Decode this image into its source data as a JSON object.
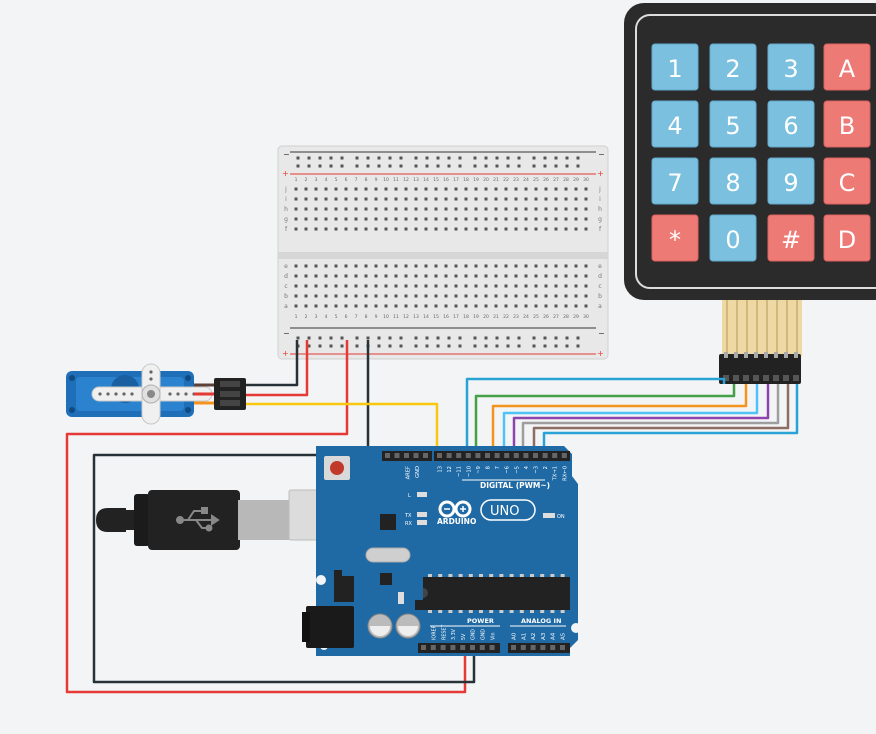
{
  "keypad": {
    "keys": [
      [
        "1",
        "2",
        "3",
        "A"
      ],
      [
        "4",
        "5",
        "6",
        "B"
      ],
      [
        "7",
        "8",
        "9",
        "C"
      ],
      [
        "*",
        "0",
        "#",
        "D"
      ]
    ]
  },
  "breadboard": {
    "column_numbers": [
      "1",
      "2",
      "3",
      "4",
      "5",
      "6",
      "7",
      "8",
      "9",
      "10",
      "11",
      "12",
      "13",
      "14",
      "15",
      "16",
      "17",
      "18",
      "19",
      "20",
      "21",
      "22",
      "23",
      "24",
      "25",
      "26",
      "27",
      "28",
      "29",
      "30"
    ],
    "rows_top": [
      "j",
      "i",
      "h",
      "g",
      "f"
    ],
    "rows_bottom": [
      "e",
      "d",
      "c",
      "b",
      "a"
    ],
    "rail_plus": "+",
    "rail_minus": "−"
  },
  "arduino": {
    "brand": "ARDUINO",
    "model": "UNO",
    "digital_header_label": "DIGITAL (PWM~)",
    "digital_pins": [
      "AREF",
      "GND",
      "13",
      "12",
      "~11",
      "~10",
      "~9",
      "8",
      "7",
      "~6",
      "~5",
      "4",
      "~3",
      "2",
      "TX→1",
      "RX←0"
    ],
    "power_label": "POWER",
    "analog_label": "ANALOG IN",
    "power_pins": [
      "IOREF",
      "RESET",
      "3.3V",
      "5V",
      "GND",
      "GND",
      "Vin"
    ],
    "analog_pins": [
      "A0",
      "A1",
      "A2",
      "A3",
      "A4",
      "A5"
    ],
    "led_labels": [
      "L",
      "TX",
      "RX"
    ],
    "on_label": "ON"
  },
  "wire_colors": {
    "red": "#e53935",
    "black": "#263238",
    "yellow": "#f9c80e",
    "blue": "#29a3d6",
    "green": "#43a047",
    "orange": "#f5941d",
    "light_blue": "#4fc3f7",
    "purple": "#8e44ad",
    "gray": "#9e9e9e",
    "brown": "#8d6e63"
  },
  "icons": [
    "usb-symbol-icon",
    "arduino-infinity-logo-icon"
  ]
}
